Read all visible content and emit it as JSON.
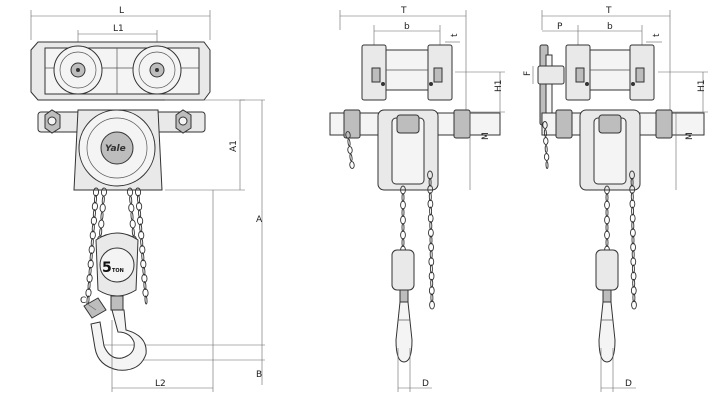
{
  "front_view": {
    "labels": {
      "L": "L",
      "L1": "L1",
      "A": "A",
      "A1": "A1",
      "B": "B",
      "C": "C",
      "L2": "L2"
    },
    "brand_text": "Yale",
    "capacity_number": "5",
    "capacity_unit": "TON"
  },
  "side_view": {
    "labels": {
      "T": "T",
      "b": "b",
      "t": "t",
      "H1": "H1",
      "M": "M",
      "D": "D"
    }
  },
  "side_view_geared": {
    "labels": {
      "T": "T",
      "P": "P",
      "b": "b",
      "t": "t",
      "F": "F",
      "H1": "H1",
      "M": "M",
      "D": "D"
    }
  }
}
